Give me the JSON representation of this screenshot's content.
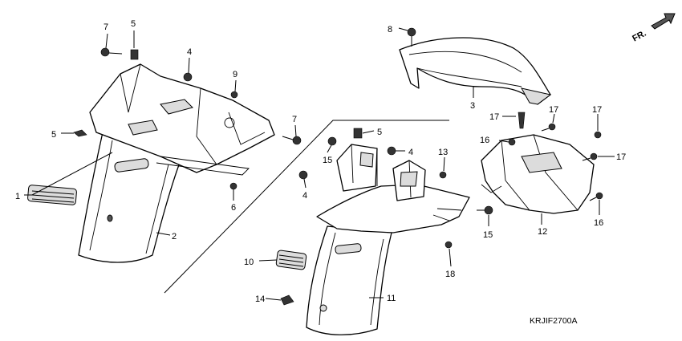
{
  "orientation_label": "FR.",
  "figure_code": "KRJIF2700A",
  "callouts": {
    "c1": "1",
    "c2": "2",
    "c3": "3",
    "c4a": "4",
    "c4b": "4",
    "c4c": "4",
    "c5a": "5",
    "c5b": "5",
    "c5c": "5",
    "c6": "6",
    "c7a": "7",
    "c7b": "7",
    "c8": "8",
    "c9": "9",
    "c10": "10",
    "c11": "11",
    "c12": "12",
    "c13": "13",
    "c14": "14",
    "c15a": "15",
    "c15b": "15",
    "c16a": "16",
    "c16b": "16",
    "c17a": "17",
    "c17b": "17",
    "c17c": "17",
    "c17d": "17",
    "c18": "18"
  },
  "icons": {
    "direction_arrow": "arrow-right-icon"
  }
}
